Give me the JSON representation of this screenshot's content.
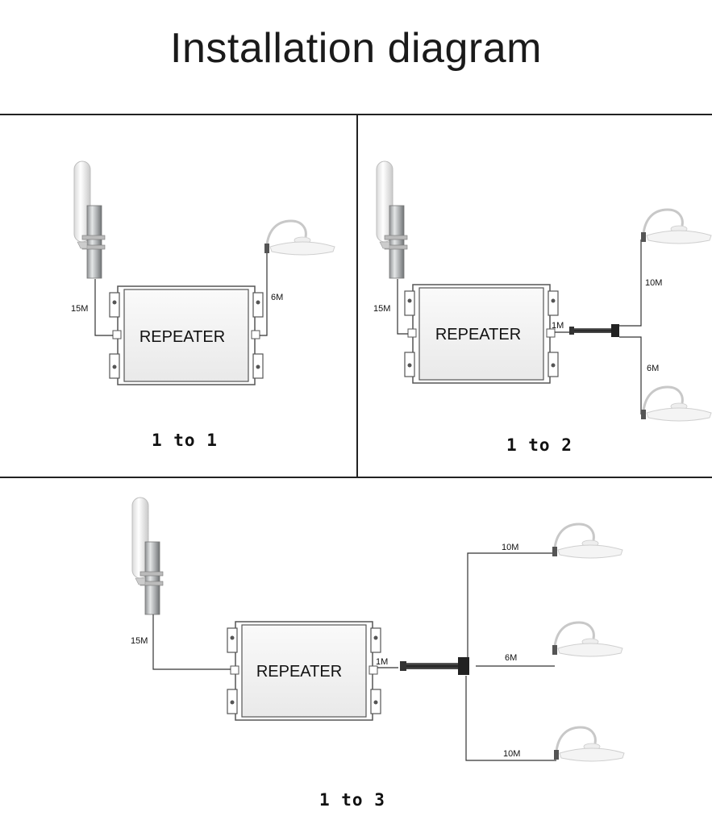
{
  "title": "Installation diagram",
  "panels": {
    "one_to_one": {
      "caption": "1 to 1",
      "repeater_label": "REPEATER",
      "cable_outdoor": "15M",
      "cable_indoor": "6M"
    },
    "one_to_two": {
      "caption": "1 to 2",
      "repeater_label": "REPEATER",
      "cable_outdoor": "15M",
      "cable_splitter": "1M",
      "cable_top": "10M",
      "cable_bottom": "6M"
    },
    "one_to_three": {
      "caption": "1 to 3",
      "repeater_label": "REPEATER",
      "cable_outdoor": "15M",
      "cable_splitter": "1M",
      "cable_top": "10M",
      "cable_middle": "6M",
      "cable_bottom": "10M"
    }
  }
}
